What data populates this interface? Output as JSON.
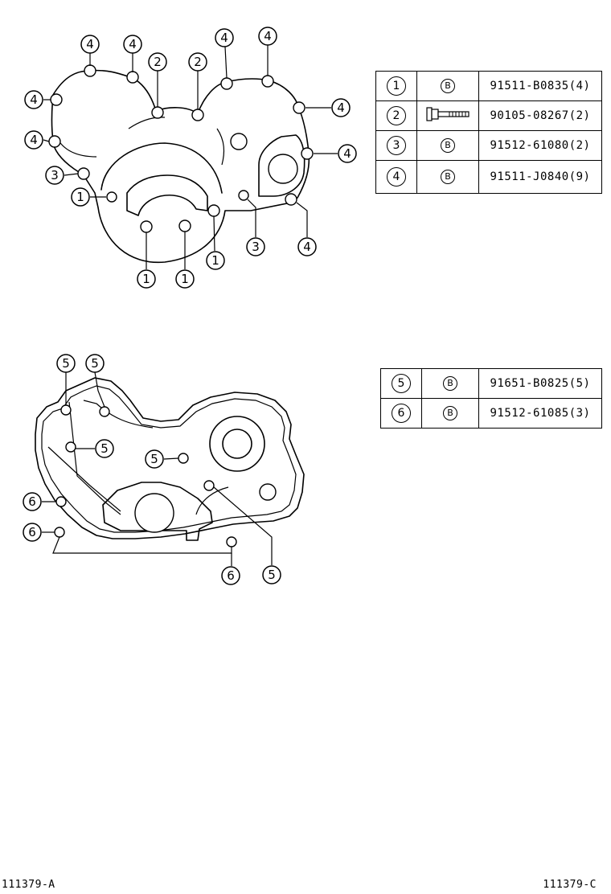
{
  "top_diagram": {
    "callouts": [
      "4",
      "4",
      "2",
      "2",
      "4",
      "4",
      "4",
      "4",
      "4",
      "4",
      "3",
      "1",
      "1",
      "1",
      "1",
      "3",
      "4"
    ]
  },
  "bottom_diagram": {
    "callouts": [
      "5",
      "5",
      "5",
      "5",
      "6",
      "6",
      "6",
      "5"
    ]
  },
  "table_top": {
    "rows": [
      {
        "num": "1",
        "symbol": "B",
        "symbol_type": "b-circle",
        "part_number": "91511-B0835(4)"
      },
      {
        "num": "2",
        "symbol": "",
        "symbol_type": "bolt-icon",
        "part_number": "90105-08267(2)"
      },
      {
        "num": "3",
        "symbol": "B",
        "symbol_type": "b-circle",
        "part_number": "91512-61080(2)"
      },
      {
        "num": "4",
        "symbol": "B",
        "symbol_type": "b-circle",
        "part_number": "91511-J0840(9)"
      }
    ]
  },
  "table_bottom": {
    "rows": [
      {
        "num": "5",
        "symbol": "B",
        "symbol_type": "b-circle",
        "part_number": "91651-B0825(5)"
      },
      {
        "num": "6",
        "symbol": "B",
        "symbol_type": "b-circle",
        "part_number": "91512-61085(3)"
      }
    ]
  },
  "footer": {
    "left_ref": "111379-A",
    "right_ref": "111379-C"
  }
}
